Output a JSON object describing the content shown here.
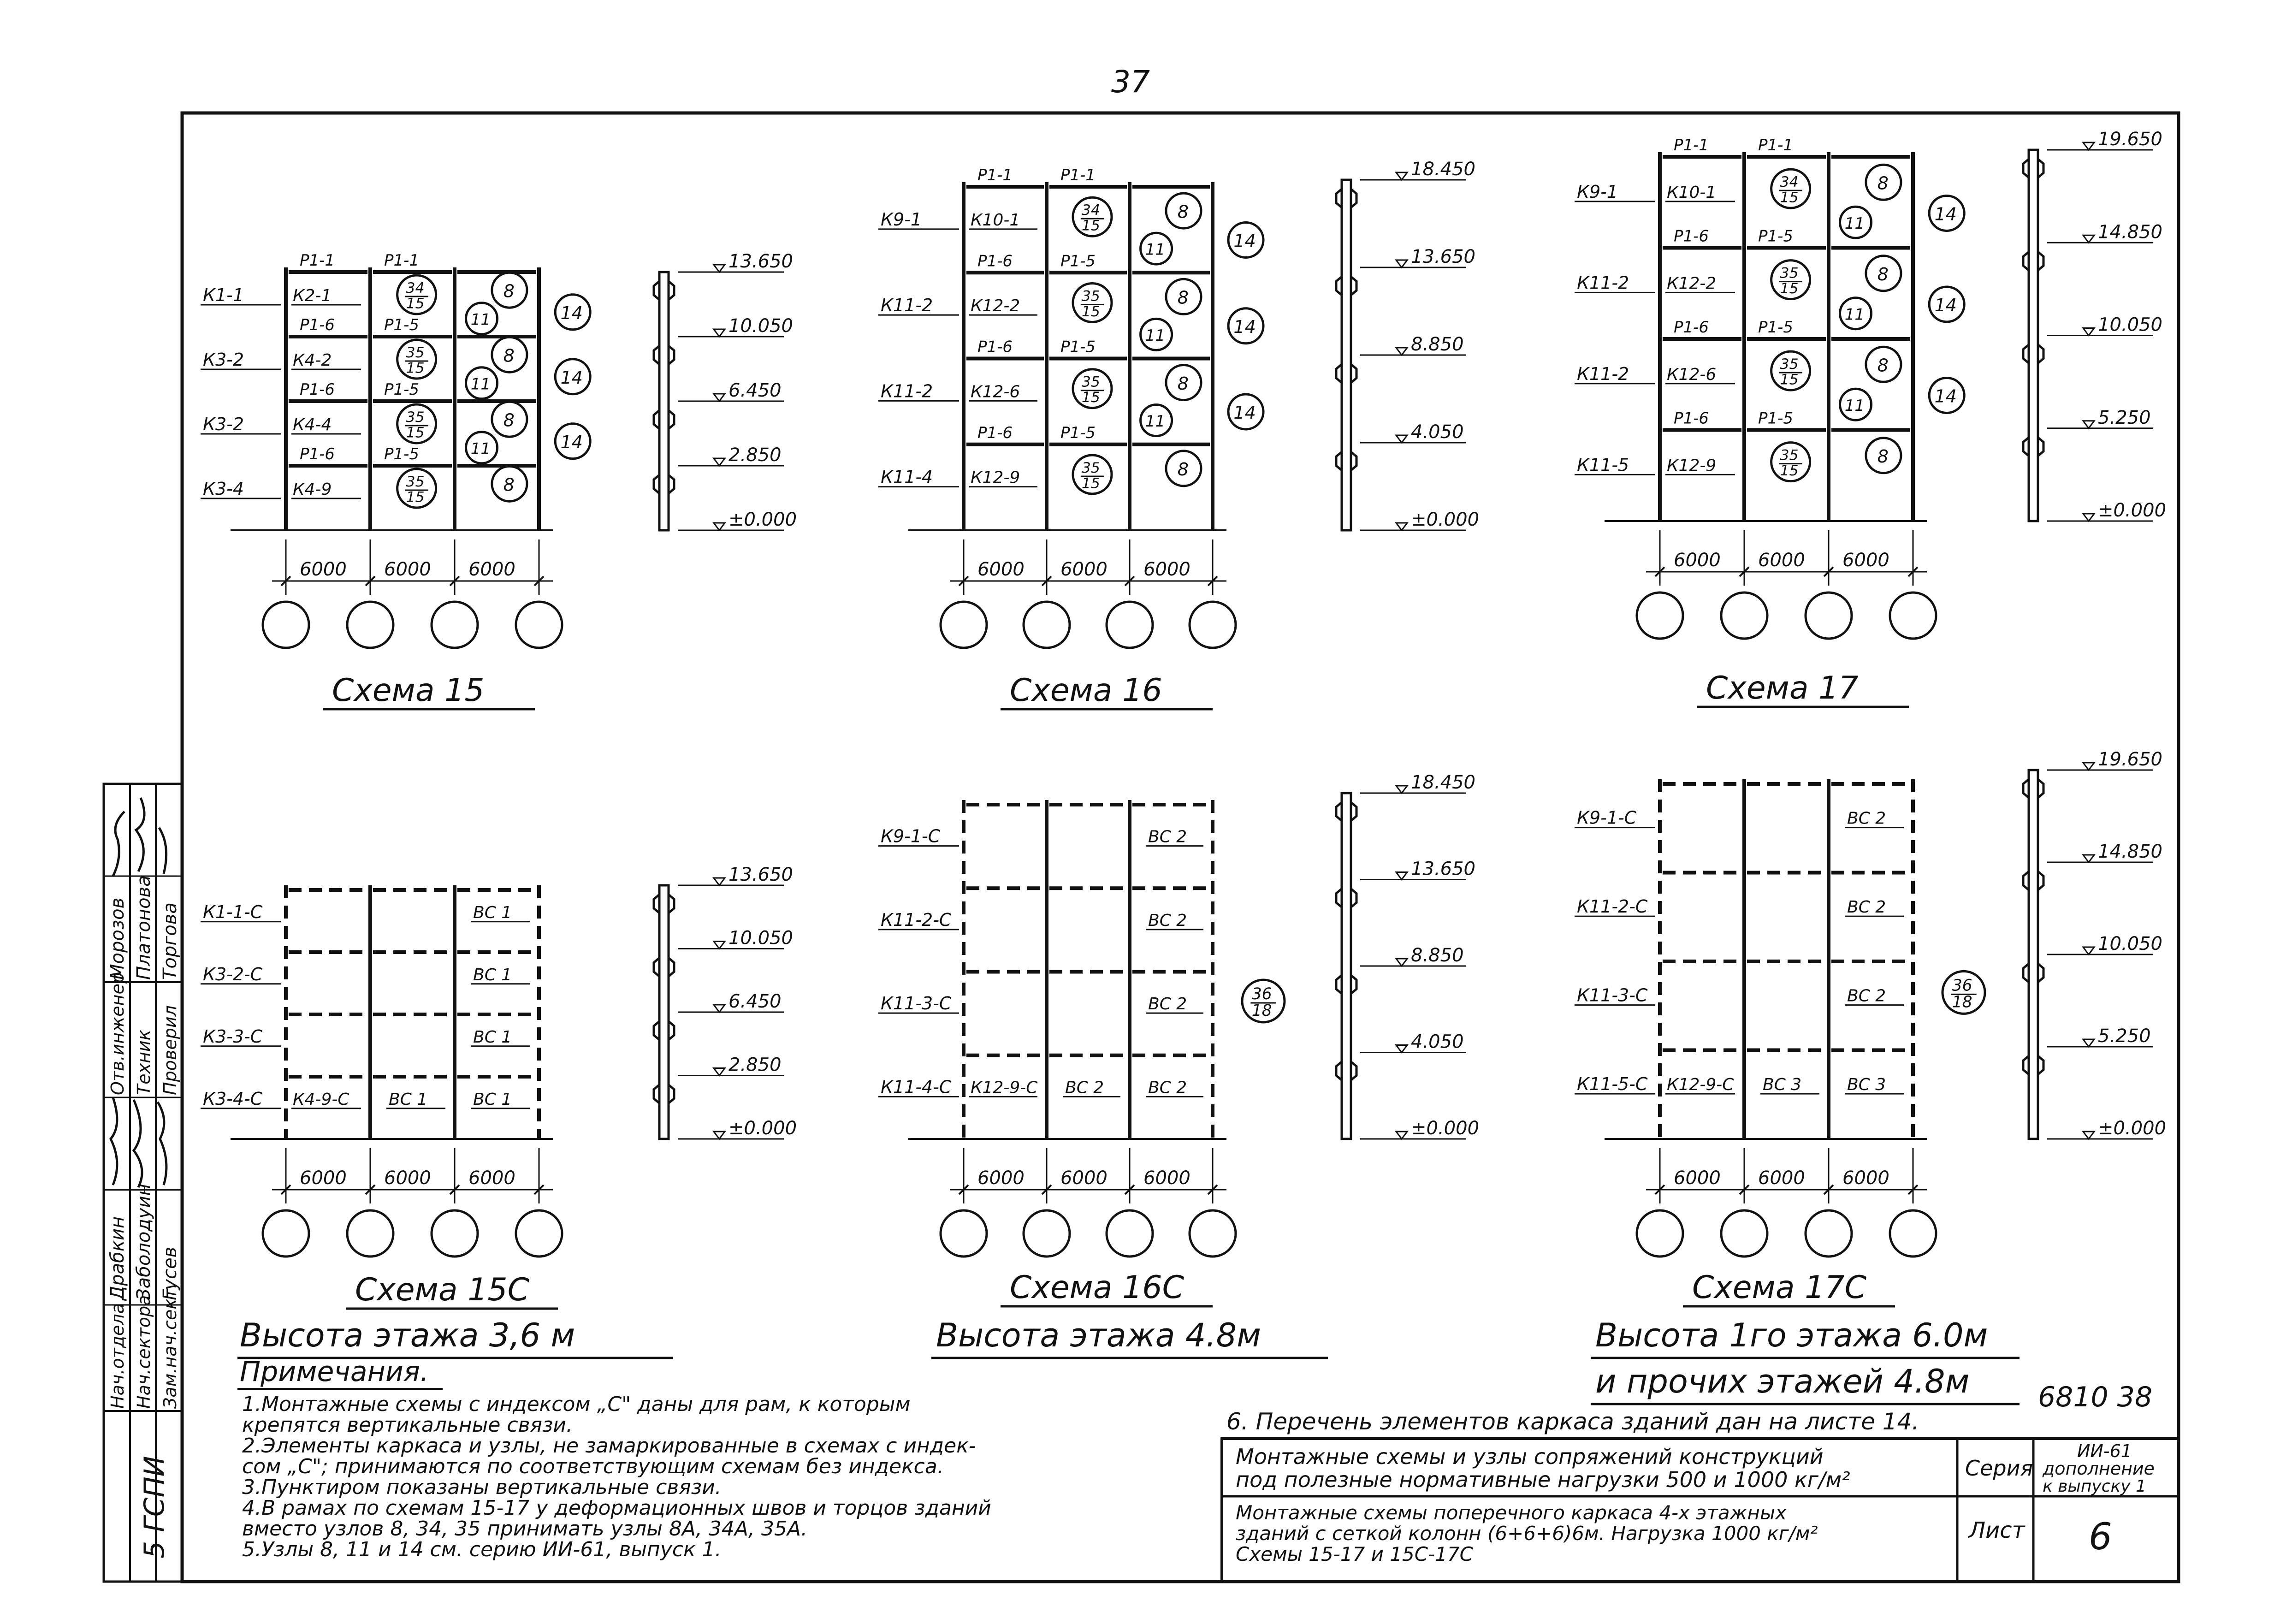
{
  "page_number": "37",
  "archive_code": "6810 38",
  "schemes": [
    {
      "id": "s15",
      "caption": "Схема 15",
      "dashed": false,
      "floors": 4,
      "left_labels": [
        "К1-1",
        "К3-2",
        "К3-2",
        "К3-4"
      ],
      "bay1_labels": [
        "К2-1",
        "К4-2",
        "К4-4",
        "К4-9"
      ],
      "beams_b1": [
        "Р1-1",
        "Р1-6",
        "Р1-6",
        "Р1-6"
      ],
      "beams_b2": [
        "Р1-1",
        "Р1-5",
        "Р1-5",
        "Р1-5"
      ],
      "node_big": [
        "8",
        "8",
        "8",
        "8"
      ],
      "node_mid": [
        "11",
        "11",
        "11"
      ],
      "node_out": [
        "14",
        "14",
        "14"
      ],
      "node_frac": [
        "34/15",
        "35/15",
        "35/15",
        "35/15"
      ],
      "spans": [
        "6000",
        "6000",
        "6000"
      ],
      "elevations": [
        "13.650",
        "10.050",
        "6.450",
        "2.850",
        "±0.000"
      ]
    },
    {
      "id": "s16",
      "caption": "Схема 16",
      "dashed": false,
      "floors": 4,
      "left_labels": [
        "К9-1",
        "К11-2",
        "К11-2",
        "К11-4"
      ],
      "bay1_labels": [
        "К10-1",
        "К12-2",
        "К12-6",
        "К12-9"
      ],
      "beams_b1": [
        "Р1-1",
        "Р1-6",
        "Р1-6",
        "Р1-6"
      ],
      "beams_b2": [
        "Р1-1",
        "Р1-5",
        "Р1-5",
        "Р1-5"
      ],
      "node_big": [
        "8",
        "8",
        "8",
        "8"
      ],
      "node_mid": [
        "11",
        "11",
        "11"
      ],
      "node_out": [
        "14",
        "14",
        "14"
      ],
      "node_frac": [
        "34/15",
        "35/15",
        "35/15",
        "35/15"
      ],
      "spans": [
        "6000",
        "6000",
        "6000"
      ],
      "elevations": [
        "18.450",
        "13.650",
        "8.850",
        "4.050",
        "±0.000"
      ]
    },
    {
      "id": "s17",
      "caption": "Схема 17",
      "dashed": false,
      "floors": 4,
      "left_labels": [
        "К9-1",
        "К11-2",
        "К11-2",
        "К11-5"
      ],
      "bay1_labels": [
        "К10-1",
        "К12-2",
        "К12-6",
        "К12-9"
      ],
      "beams_b1": [
        "Р1-1",
        "Р1-6",
        "Р1-6",
        "Р1-6"
      ],
      "beams_b2": [
        "Р1-1",
        "Р1-5",
        "Р1-5",
        "Р1-5"
      ],
      "node_big": [
        "8",
        "8",
        "8",
        "8"
      ],
      "node_mid": [
        "11",
        "11",
        "11"
      ],
      "node_out": [
        "14",
        "14",
        "14"
      ],
      "node_frac": [
        "34/15",
        "35/15",
        "35/15",
        "35/15"
      ],
      "spans": [
        "6000",
        "6000",
        "6000"
      ],
      "elevations": [
        "19.650",
        "14.850",
        "10.050",
        "5.250",
        "±0.000"
      ]
    },
    {
      "id": "s15c",
      "caption": "Схема 15С",
      "dashed": true,
      "floors": 4,
      "left_labels": [
        "К1-1-С",
        "К3-2-С",
        "К3-3-С",
        "К3-4-С"
      ],
      "bay1_labels": [
        "",
        "",
        "",
        "К4-9-С"
      ],
      "brace_b2": [
        "",
        "",
        "",
        "ВС 1"
      ],
      "brace_b3": [
        "ВС 1",
        "ВС 1",
        "ВС 1",
        "ВС 1"
      ],
      "spans": [
        "6000",
        "6000",
        "6000"
      ],
      "elevations": [
        "13.650",
        "10.050",
        "6.450",
        "2.850",
        "±0.000"
      ]
    },
    {
      "id": "s16c",
      "caption": "Схема 16С",
      "dashed": true,
      "floors": 4,
      "left_labels": [
        "К9-1-С",
        "К11-2-С",
        "К11-3-С",
        "К11-4-С"
      ],
      "bay1_labels": [
        "",
        "",
        "",
        "К12-9-С"
      ],
      "brace_b2": [
        "",
        "",
        "",
        "ВС 2"
      ],
      "brace_b3": [
        "ВС 2",
        "ВС 2",
        "ВС 2",
        "ВС 2"
      ],
      "frac_node": "36/18",
      "spans": [
        "6000",
        "6000",
        "6000"
      ],
      "elevations": [
        "18.450",
        "13.650",
        "8.850",
        "4.050",
        "±0.000"
      ]
    },
    {
      "id": "s17c",
      "caption": "Схема 17С",
      "dashed": true,
      "floors": 4,
      "left_labels": [
        "К9-1-С",
        "К11-2-С",
        "К11-3-С",
        "К11-5-С"
      ],
      "bay1_labels": [
        "",
        "",
        "",
        "К12-9-С"
      ],
      "brace_b2": [
        "",
        "",
        "",
        "ВС 3"
      ],
      "brace_b3": [
        "ВС 2",
        "ВС 2",
        "ВС 2",
        "ВС 3"
      ],
      "frac_node": "36/18",
      "spans": [
        "6000",
        "6000",
        "6000"
      ],
      "elevations": [
        "19.650",
        "14.850",
        "10.050",
        "5.250",
        "±0.000"
      ]
    }
  ],
  "heights": {
    "h1": "Высота этажа 3,6 м",
    "h2": "Высота этажа 4.8м",
    "h3a": "Высота 1го этажа 6.0м",
    "h3b": "и прочих этажей 4.8м"
  },
  "notes": {
    "title": "Примечания.",
    "lines": [
      "1.Монтажные схемы с индексом „С\" даны     для рам, к которым",
      "крепятся вертикальные связи.",
      "2.Элементы каркаса и узлы, не замаркированные в схемах с индек-",
      "сом „С\"; принимаются по соответствующим схемам без индекса.",
      "3.Пунктиром показаны вертикальные связи.",
      "4.В рамах по схемам 15-17 у деформационных швов и торцов зданий",
      "вместо узлов 8, 34, 35 принимать узлы 8А, 34А, 35А.",
      "5.Узлы 8, 11 и 14 см. серию ИИ-61, выпуск 1."
    ],
    "note6": "6. Перечень элементов каркаса зданий дан на листе 14."
  },
  "title_block": {
    "title_row1": [
      "Монтажные схемы и узлы сопряжений конструкций",
      "под полезные нормативные нагрузки 500 и 1000 кг/м²"
    ],
    "series_label": "Серия",
    "series_value": [
      "ИИ-61",
      "дополнение",
      "к выпуску 1"
    ],
    "title_row2": [
      "Монтажные схемы поперечного каркаса 4-х этажных",
      "зданий с сеткой колонн (6+6+6)6м. Нагрузка 1000 кг/м²",
      "Схемы 15-17 и 15С-17С"
    ],
    "sheet_label": "Лист",
    "sheet_value": "6"
  },
  "side_stamp": {
    "roles": [
      "Нач.отдела",
      "Нач.сектора",
      "Зам.нач.сект."
    ],
    "names": [
      "Драбкин",
      "Заболодуин",
      "Гусев"
    ],
    "roles2": [
      "Отв.инженер",
      "Техник",
      "Проверил"
    ],
    "names2": [
      "Морозов",
      "Платонова",
      "Торгова"
    ],
    "org": "5 ГСПИ"
  }
}
